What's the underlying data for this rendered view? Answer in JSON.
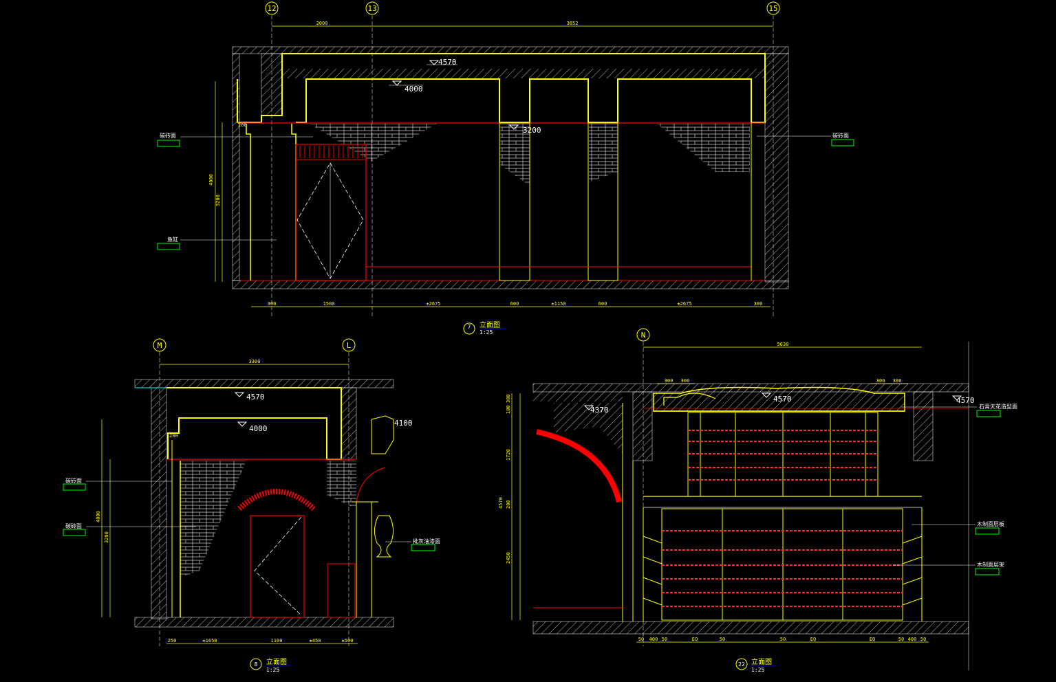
{
  "colors": {
    "background": "#000000",
    "wall": "#ffff00",
    "hatch": "#ffffff",
    "dimension": "#ffff00",
    "accent": "#ff0000",
    "cyan": "#00ffff",
    "tag_box": "#00ff00",
    "annotation": "#ffffff"
  },
  "elevation_top": {
    "grid_labels": [
      "12",
      "13",
      "15"
    ],
    "top_dims": [
      "2000",
      "3652"
    ],
    "levels": [
      "4570",
      "4000",
      "3200"
    ],
    "left_tags": [
      "碳砖面",
      "鱼缸"
    ],
    "right_tags": [
      "碳砖面"
    ],
    "side_dims": [
      "4000",
      "3200",
      "200"
    ],
    "bottom_dims": [
      "300",
      "1500",
      "±2675",
      "600",
      "±1150",
      "600",
      "±2675",
      "300"
    ],
    "title": "立面图",
    "scale": "1:25",
    "symbol": "7"
  },
  "elevation_left": {
    "grid_labels": [
      "M",
      "L"
    ],
    "top_dim": "3300",
    "levels": [
      "4570",
      "4000",
      "4100"
    ],
    "left_tags": [
      "碳砖面",
      "碳砖面"
    ],
    "right_tag": "批灰油漆面",
    "side_dims": [
      "4000",
      "3200",
      "200"
    ],
    "bottom_dims": [
      "250",
      "±1650",
      "1100",
      "±450",
      "±500"
    ],
    "title": "立面图",
    "scale": "1:25",
    "symbol": "8"
  },
  "elevation_right": {
    "grid_label": "N",
    "top_dim": "5630",
    "sub_dims_left": [
      "300",
      "300"
    ],
    "sub_dims_right": [
      "300",
      "300"
    ],
    "levels": [
      "4570",
      "4370",
      "4570"
    ],
    "right_tags": [
      "石膏天花造型面",
      "木制面层板",
      "木制面层架"
    ],
    "side_dims": [
      "100",
      "300",
      "1720",
      "200",
      "4570",
      "2450"
    ],
    "bottom_dims": [
      "50",
      "400",
      "50",
      "EQ",
      "50",
      "EQ",
      "50",
      "EQ",
      "50",
      "400",
      "50"
    ],
    "title": "立面图",
    "scale": "1:25",
    "symbol": "22"
  }
}
